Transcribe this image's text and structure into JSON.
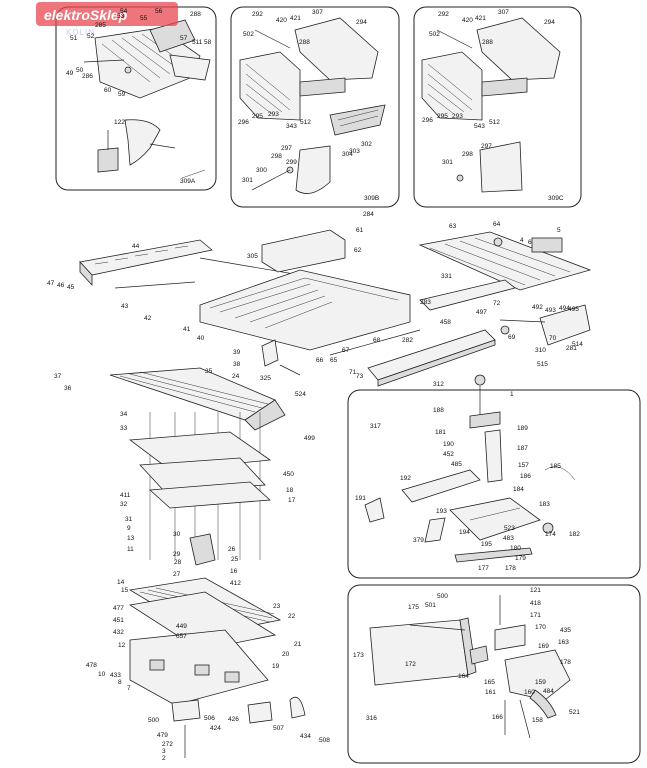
{
  "watermark": {
    "brand": "elektroSklep",
    "sub": "KOLIN"
  },
  "panels": {
    "p1": {
      "id": "309A"
    },
    "p2": {
      "id": "309B"
    },
    "p3": {
      "id": "309C"
    },
    "miter": {
      "id": "317"
    },
    "fence": {
      "id": "316"
    }
  },
  "labels": [
    "288",
    "53",
    "55",
    "56",
    "285",
    "52",
    "54",
    "51",
    "49",
    "50",
    "286",
    "57",
    "58",
    "511",
    "60",
    "59",
    "122",
    "292",
    "420",
    "421",
    "307",
    "502",
    "294",
    "288",
    "296",
    "295",
    "293",
    "343",
    "512",
    "297",
    "298",
    "299",
    "301",
    "300",
    "304",
    "303",
    "302",
    "292",
    "420",
    "421",
    "307",
    "502",
    "294",
    "288",
    "296",
    "295",
    "293",
    "543",
    "512",
    "297",
    "298",
    "301",
    "284",
    "61",
    "62",
    "305",
    "63",
    "64",
    "4",
    "6",
    "5",
    "44",
    "331",
    "47",
    "46",
    "45",
    "43",
    "42",
    "41",
    "40",
    "283",
    "72",
    "497",
    "492",
    "493",
    "494",
    "495",
    "458",
    "69",
    "39",
    "38",
    "24",
    "325",
    "66",
    "65",
    "67",
    "68",
    "282",
    "70",
    "281",
    "514",
    "515",
    "310",
    "71",
    "73",
    "312",
    "37",
    "36",
    "35",
    "524",
    "34",
    "33",
    "499",
    "450",
    "18",
    "17",
    "32",
    "411",
    "31",
    "9",
    "13",
    "11",
    "30",
    "29",
    "26",
    "28",
    "25",
    "27",
    "16",
    "412",
    "14",
    "15",
    "477",
    "451",
    "432",
    "12",
    "449",
    "657",
    "23",
    "22",
    "21",
    "20",
    "19",
    "478",
    "10",
    "8",
    "433",
    "7",
    "500",
    "506",
    "424",
    "426",
    "507",
    "434",
    "508",
    "479",
    "272",
    "3",
    "2",
    "1",
    "188",
    "189",
    "181",
    "190",
    "452",
    "187",
    "485",
    "157",
    "186",
    "184",
    "185",
    "191",
    "192",
    "193",
    "183",
    "174",
    "182",
    "379",
    "194",
    "523",
    "483",
    "180",
    "179",
    "177",
    "178",
    "195",
    "175",
    "501",
    "500",
    "121",
    "418",
    "171",
    "170",
    "435",
    "163",
    "169",
    "178",
    "173",
    "172",
    "164",
    "165",
    "161",
    "160",
    "159",
    "484",
    "166",
    "158",
    "521"
  ]
}
